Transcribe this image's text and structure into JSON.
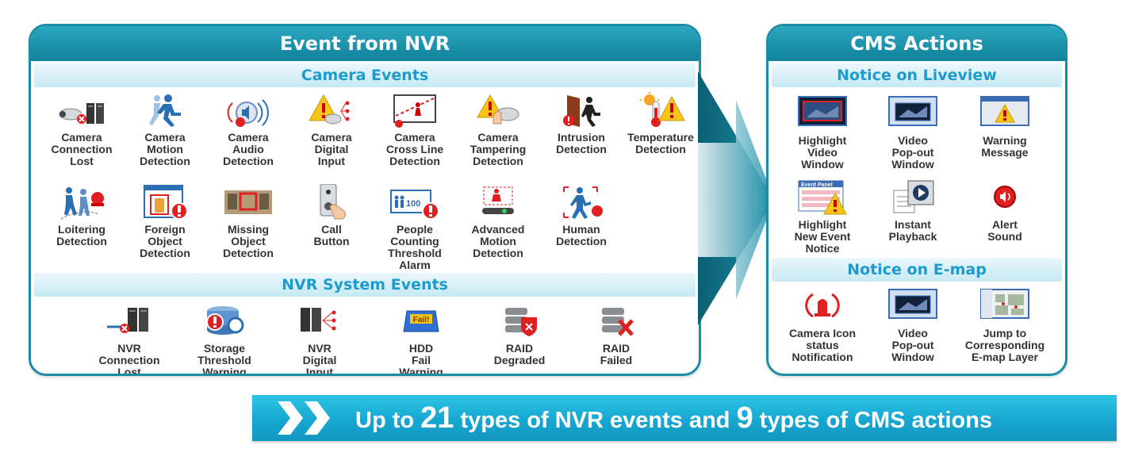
{
  "left_panel": {
    "title": "Event from NVR",
    "camera_section": "Camera Events",
    "camera_events": [
      {
        "label": "Camera\nConnection\nLost",
        "icon": "camera-connection-lost-icon"
      },
      {
        "label": "Camera\nMotion\nDetection",
        "icon": "motion-runner-icon"
      },
      {
        "label": "Camera\nAudio\nDetection",
        "icon": "audio-speaker-icon"
      },
      {
        "label": "Camera\nDigital\nInput",
        "icon": "warning-camera-icon"
      },
      {
        "label": "Camera\nCross Line\nDetection",
        "icon": "cross-line-icon"
      },
      {
        "label": "Camera\nTampering\nDetection",
        "icon": "tampering-icon"
      },
      {
        "label": "Intrusion\nDetection",
        "icon": "intrusion-door-icon"
      },
      {
        "label": "Temperature\nDetection",
        "icon": "thermometer-icon"
      },
      {
        "label": "Loitering\nDetection",
        "icon": "loitering-icon"
      },
      {
        "label": "Foreign\nObject\nDetection",
        "icon": "foreign-object-icon"
      },
      {
        "label": "Missing\nObject\nDetection",
        "icon": "missing-object-icon"
      },
      {
        "label": "Call\nButton",
        "icon": "call-button-icon"
      },
      {
        "label": "People Counting\nThreshold\nAlarm",
        "icon": "people-counting-icon"
      },
      {
        "label": "Advanced\nMotion\nDetection",
        "icon": "advanced-motion-icon"
      },
      {
        "label": "Human\nDetection",
        "icon": "human-detection-icon"
      }
    ],
    "people_count_number": "100",
    "system_section": "NVR System Events",
    "system_events": [
      {
        "label": "NVR\nConnection\nLost",
        "icon": "nvr-connection-lost-icon"
      },
      {
        "label": "Storage\nThreshold\nWarning",
        "icon": "storage-warning-icon"
      },
      {
        "label": "NVR\nDigital\nInput",
        "icon": "nvr-digital-input-icon"
      },
      {
        "label": "HDD\nFail\nWarning",
        "icon": "hdd-fail-icon"
      },
      {
        "label": "RAID\nDegraded",
        "icon": "raid-degraded-icon"
      },
      {
        "label": "RAID\nFailed",
        "icon": "raid-failed-icon"
      }
    ],
    "hdd_fail_text": "Fail!"
  },
  "right_panel": {
    "title": "CMS Actions",
    "liveview_section": "Notice on Liveview",
    "liveview_actions": [
      {
        "label": "Highlight\nVideo\nWindow",
        "icon": "highlight-video-icon"
      },
      {
        "label": "Video\nPop-out\nWindow",
        "icon": "video-popout-icon"
      },
      {
        "label": "Warning\nMessage",
        "icon": "warning-message-icon"
      },
      {
        "label": "Highlight\nNew Event\nNotice",
        "icon": "event-panel-icon"
      },
      {
        "label": "Instant\nPlayback",
        "icon": "instant-playback-icon"
      },
      {
        "label": "Alert\nSound",
        "icon": "alert-sound-icon"
      }
    ],
    "event_panel_text": "Event Panel",
    "emap_section": "Notice on E-map",
    "emap_actions": [
      {
        "label": "Camera Icon\nstatus\nNotification",
        "icon": "camera-status-icon"
      },
      {
        "label": "Video\nPop-out\nWindow",
        "icon": "video-popout-icon"
      },
      {
        "label": "Jump to\nCorresponding\nE-map Layer",
        "icon": "emap-layer-icon"
      }
    ]
  },
  "banner": {
    "prefix": "Up to ",
    "event_count": "21",
    "middle": " types of NVR events and ",
    "action_count": "9",
    "suffix": " types of CMS actions"
  },
  "colors": {
    "panel_border": "#1a8ea6",
    "section_text": "#1d9bd0",
    "alert_red": "#e02020",
    "warning_yellow": "#f5c518",
    "banner": "#16a7d1"
  }
}
